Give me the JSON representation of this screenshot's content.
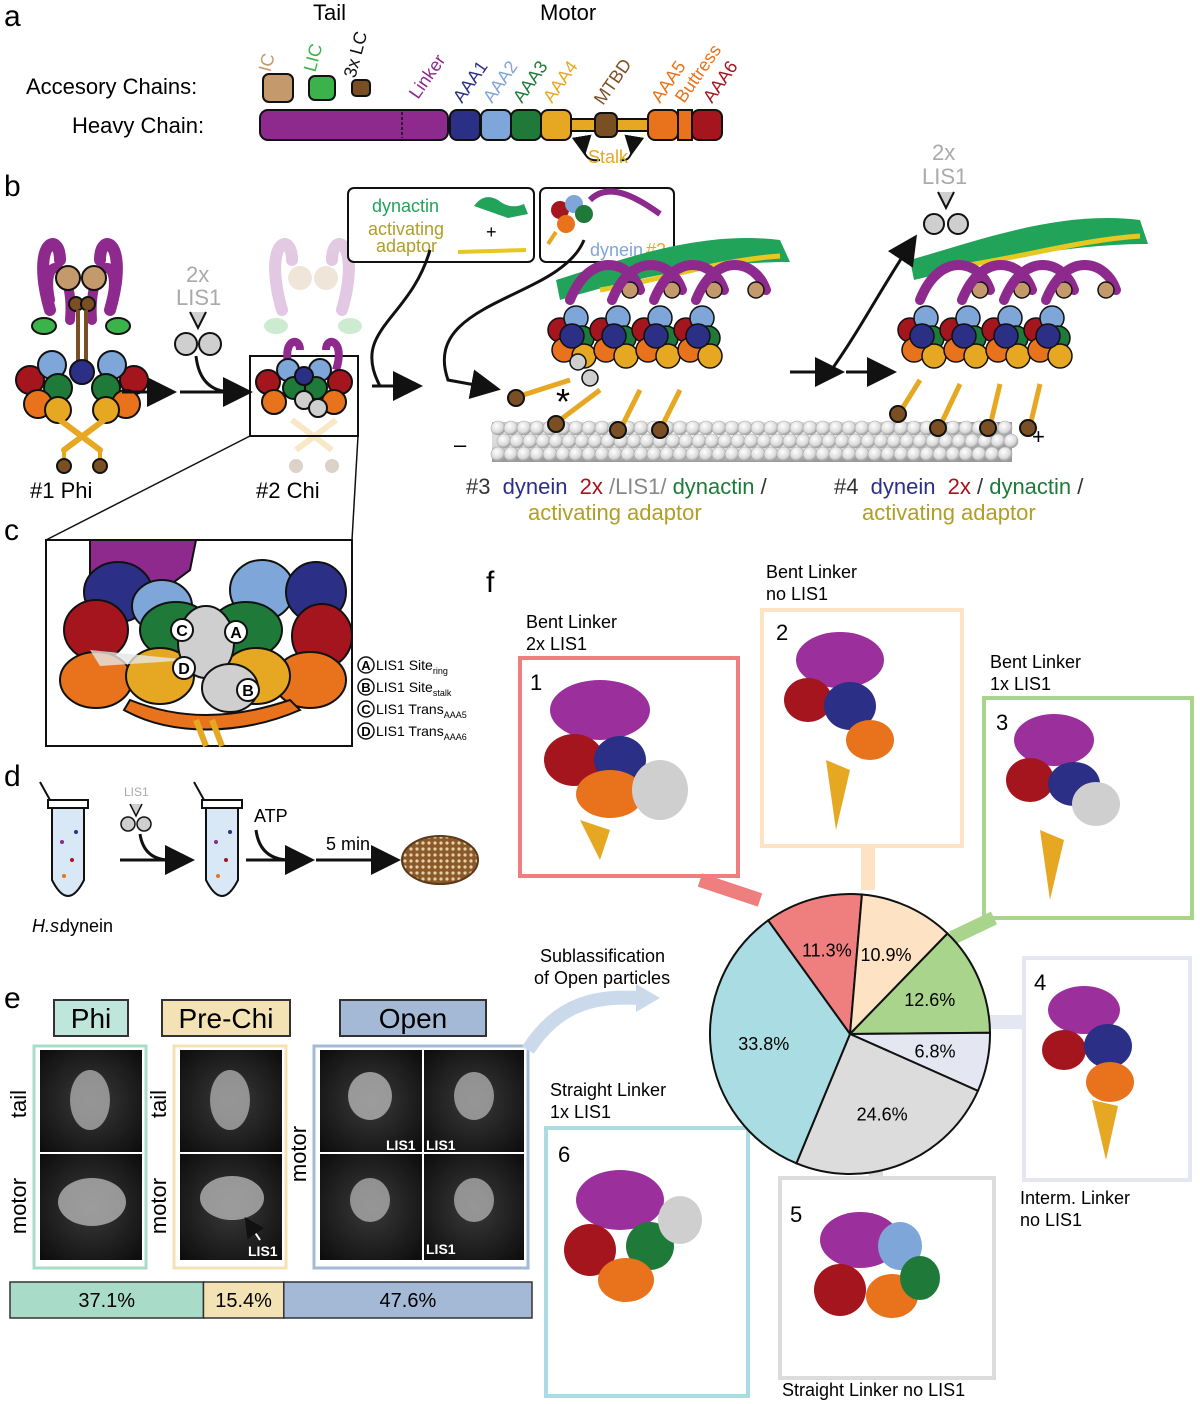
{
  "colors": {
    "magenta": "#8e2a8e",
    "navy": "#2b2f85",
    "lightblue": "#7ea6d8",
    "green": "#1f7a3a",
    "yellow": "#e6a823",
    "brown": "#7a4f24",
    "orange": "#e8731c",
    "red": "#a5151e",
    "tan": "#c49a6c",
    "lic_green": "#3cb34a",
    "grey": "#bdbdbd",
    "teal_bar": "#a9dcc8",
    "beige_bar": "#f3e2b3",
    "blue_bar": "#a3b9d6",
    "dynactin": "#22a35a",
    "adaptor": "#c9b53a",
    "pie_red": "#ef7f7f",
    "pie_peach": "#fde2c4",
    "pie_green": "#a8d58b",
    "pie_lav": "#e4e6f2",
    "pie_grey": "#dcdcdc",
    "pie_cyan": "#a9dde3"
  },
  "panel_a": {
    "letter": "a",
    "tail_heading": "Tail",
    "motor_heading": "Motor",
    "accessory_label": "Accesory Chains:",
    "heavy_label": "Heavy Chain:",
    "ic": "IC",
    "lic": "LIC",
    "lc": "3x LC",
    "linker": "Linker",
    "aaa1": "AAA1",
    "aaa2": "AAA2",
    "aaa3": "AAA3",
    "aaa4": "AAA4",
    "mtbd": "MTBD",
    "aaa5": "AAA5",
    "buttress": "Buttress",
    "aaa6": "AAA6",
    "stalk": "Stalk"
  },
  "panel_b": {
    "letter": "b",
    "phi": "#1 Phi",
    "chi": "#2 Chi",
    "lis1_2x_a": "2x",
    "lis1_2x_b": "LIS1",
    "dynactin": "dynactin",
    "plus_sign": "+",
    "adaptor_1": "activating",
    "adaptor_2": "adaptor",
    "dynein2_a": "dynein",
    "dynein2_b": "#2",
    "minus_end": "–",
    "plus_end": "+",
    "star": "*",
    "state3_num": "#3",
    "state3_dynein": "dynein",
    "state3_2x": "2x",
    "state3_lis1": "/LIS1/",
    "state3_dynactin": "dynactin",
    "state3_slash": "/",
    "state3_adaptor": "activating adaptor",
    "state4_num": "#4",
    "state4_dynein": "dynein",
    "state4_2x": "2x",
    "state4_slash": "/",
    "state4_dynactin": "dynactin",
    "state4_slash2": "/",
    "state4_adaptor": "activating adaptor",
    "release_2x": "2x",
    "release_lis1": "LIS1"
  },
  "panel_c": {
    "letter": "c",
    "site_a": "A",
    "site_b": "B",
    "site_c": "C",
    "site_d": "D",
    "legend": [
      {
        "key": "A",
        "main": "LIS1 Site",
        "sub": "ring"
      },
      {
        "key": "B",
        "main": "LIS1 Site",
        "sub": "stalk"
      },
      {
        "key": "C",
        "main": "LIS1 Trans",
        "sub": "AAA5"
      },
      {
        "key": "D",
        "main": "LIS1 Trans",
        "sub": "AAA6"
      }
    ]
  },
  "panel_d": {
    "letter": "d",
    "lis1": "LIS1",
    "atp": "ATP",
    "time": "5 min",
    "sample_species": "H.s.",
    "sample_name": " dynein"
  },
  "panel_e": {
    "letter": "e",
    "classes": [
      {
        "title": "Phi",
        "rows": [
          "tail",
          "motor"
        ]
      },
      {
        "title": "Pre-Chi",
        "rows": [
          "tail",
          "motor"
        ],
        "arrow_label": "LIS1"
      },
      {
        "title": "Open",
        "rows": [
          "motor"
        ],
        "arrow_labels": [
          "LIS1",
          "LIS1",
          "LIS1"
        ]
      }
    ],
    "bar": [
      {
        "label": "37.1%",
        "fraction": 0.371
      },
      {
        "label": "15.4%",
        "fraction": 0.154
      },
      {
        "label": "47.6%",
        "fraction": 0.476
      }
    ],
    "subclass_note_1": "Sublassification",
    "subclass_note_2": "of Open particles"
  },
  "panel_f": {
    "letter": "f",
    "boxes": [
      {
        "num": "1",
        "title_1": "Bent Linker",
        "title_2": "2x LIS1"
      },
      {
        "num": "2",
        "title_1": "Bent Linker",
        "title_2": "no LIS1"
      },
      {
        "num": "3",
        "title_1": "Bent Linker",
        "title_2": "1x LIS1"
      },
      {
        "num": "4",
        "title_1": "Interm. Linker",
        "title_2": "no LIS1"
      },
      {
        "num": "5",
        "title_1": "Straight Linker no LIS1",
        "title_2": ""
      },
      {
        "num": "6",
        "title_1": "Straight Linker",
        "title_2": "1x LIS1"
      }
    ]
  },
  "chart_data": {
    "type": "pie",
    "title": "",
    "slices": [
      {
        "label": "11.3%",
        "value": 11.3,
        "class": "1"
      },
      {
        "label": "10.9%",
        "value": 10.9,
        "class": "2"
      },
      {
        "label": "12.6%",
        "value": 12.6,
        "class": "3"
      },
      {
        "label": "6.8%",
        "value": 6.8,
        "class": "4"
      },
      {
        "label": "24.6%",
        "value": 24.6,
        "class": "5"
      },
      {
        "label": "33.8%",
        "value": 33.8,
        "class": "6"
      }
    ]
  }
}
